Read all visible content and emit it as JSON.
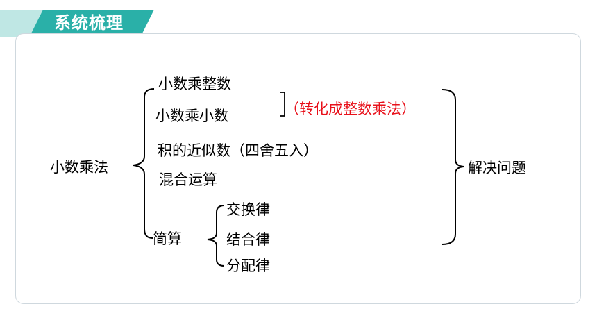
{
  "header": {
    "title": "系统梳理",
    "accent_color": "#2ab0a8",
    "light_color": "#bfe7e4"
  },
  "diagram": {
    "root": "小数乘法",
    "branches": {
      "decimal_times_integer": "小数乘整数",
      "decimal_times_decimal": "小数乘小数",
      "approximation": "积的近似数（四舍五入）",
      "mixed_operations": "混合运算",
      "simplified_calculation": "简算"
    },
    "conversion_note": "（转化成整数乘法）",
    "laws": [
      "交换律",
      "结合律",
      "分配律"
    ],
    "outcome": "解决问题",
    "highlight_color": "#e8101a"
  }
}
